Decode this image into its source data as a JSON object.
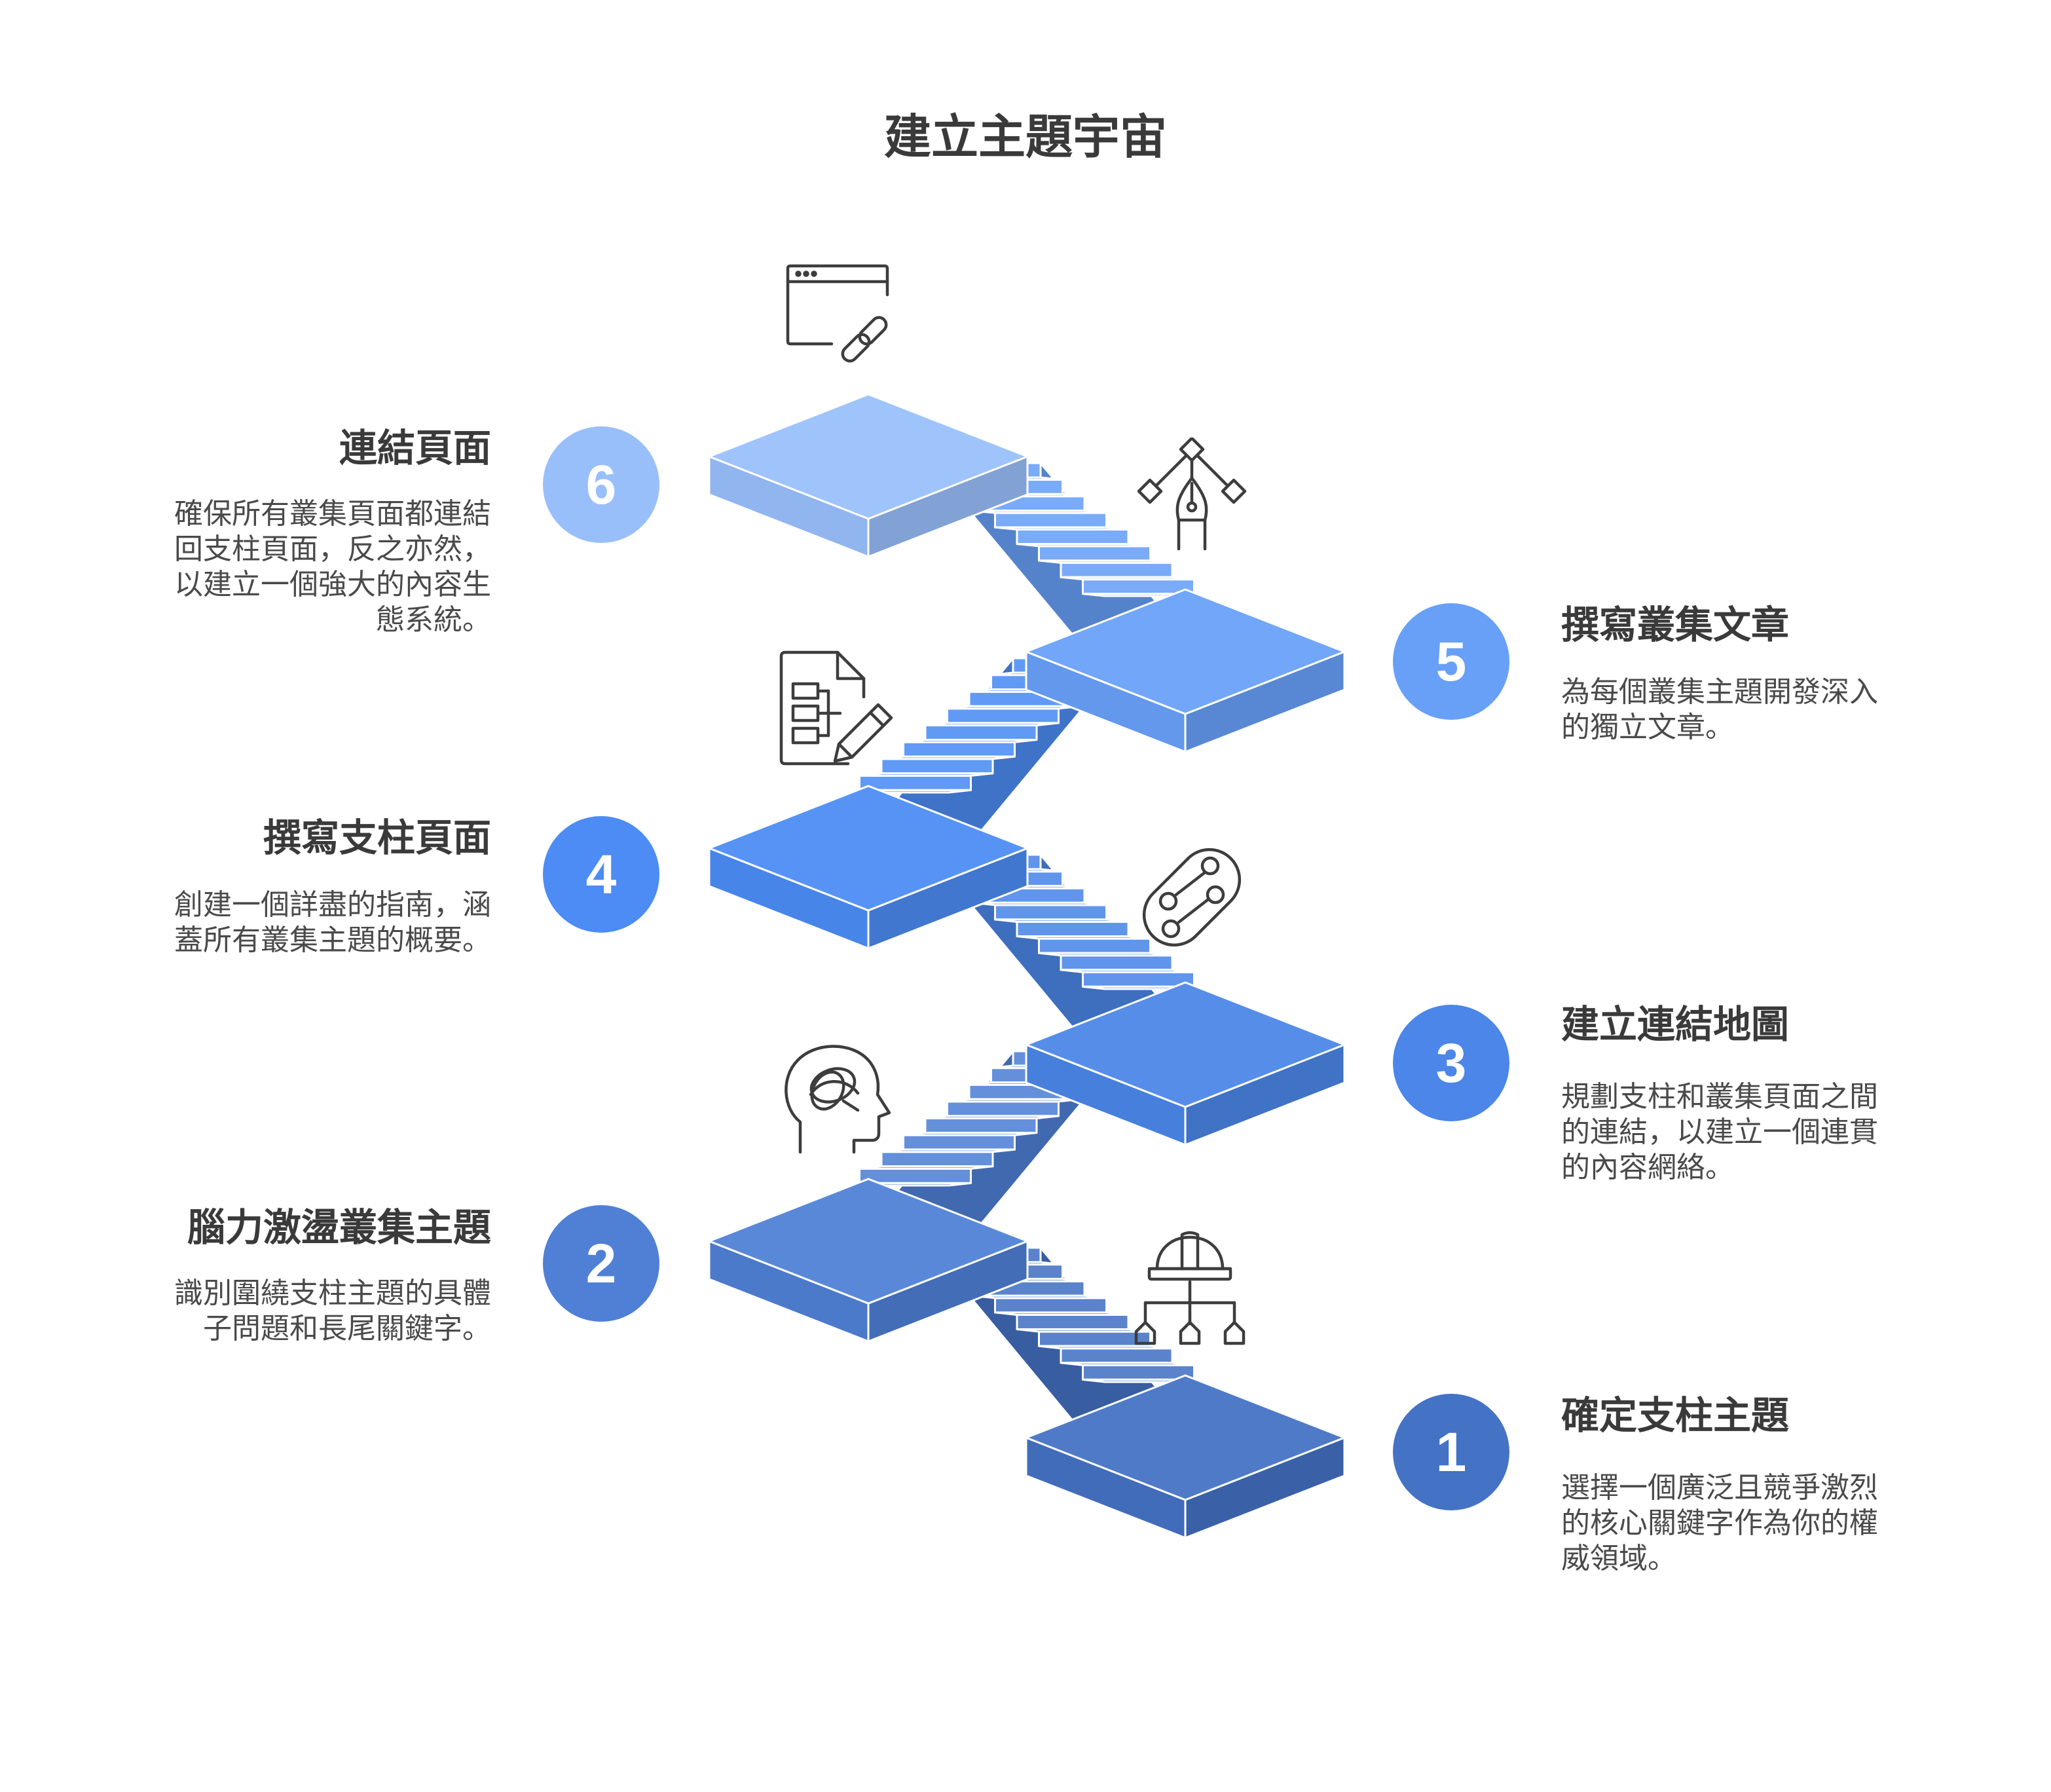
{
  "title": "建立主題宇宙",
  "steps": [
    {
      "number": "1",
      "title": "確定支柱主題",
      "description": "選擇一個廣泛且競爭激烈的核心關鍵字作為你的權威領域。",
      "color": "#4472c4",
      "icon": "hard-hat-hierarchy-icon"
    },
    {
      "number": "2",
      "title": "腦力激盪叢集主題",
      "description": "識別圍繞支柱主題的具體子問題和長尾關鍵字。",
      "color": "#4f80d6",
      "icon": "brain-head-icon"
    },
    {
      "number": "3",
      "title": "建立連結地圖",
      "description": "規劃支柱和叢集頁面之間的連結，以建立一個連貫的內容網絡。",
      "color": "#4b86e8",
      "icon": "connected-nodes-icon"
    },
    {
      "number": "4",
      "title": "撰寫支柱頁面",
      "description": "創建一個詳盡的指南，涵蓋所有叢集主題的概要。",
      "color": "#4c8cf4",
      "icon": "document-edit-icon"
    },
    {
      "number": "5",
      "title": "撰寫叢集文章",
      "description": "為每個叢集主題開發深入的獨立文章。",
      "color": "#68a0f8",
      "icon": "pen-nodes-icon"
    },
    {
      "number": "6",
      "title": "連結頁面",
      "description": "確保所有叢集頁面都連結回支柱頁面，反之亦然，以建立一個強大的內容生態系統。",
      "color": "#99bffb",
      "icon": "browser-link-icon"
    }
  ]
}
